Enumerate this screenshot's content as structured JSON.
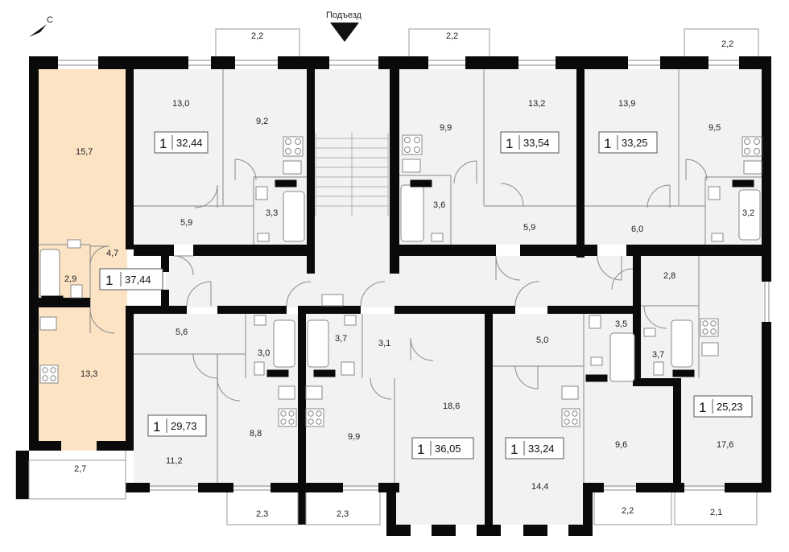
{
  "compass": {
    "label": "С",
    "icon": "north-arrow-icon"
  },
  "entrance": {
    "label": "Подъезд",
    "icon": "entrance-triangle-icon"
  },
  "highlight_color": "#fbe3c3",
  "apartments": [
    {
      "id": "apt-left",
      "rooms": "1",
      "area": "37,44"
    },
    {
      "id": "apt-top-left",
      "rooms": "1",
      "area": "32,44"
    },
    {
      "id": "apt-top-mid",
      "rooms": "1",
      "area": "33,54"
    },
    {
      "id": "apt-top-right",
      "rooms": "1",
      "area": "33,25"
    },
    {
      "id": "apt-bottom-1",
      "rooms": "1",
      "area": "29,73"
    },
    {
      "id": "apt-bottom-2",
      "rooms": "1",
      "area": "36,05"
    },
    {
      "id": "apt-bottom-3",
      "rooms": "1",
      "area": "33,24"
    },
    {
      "id": "apt-bottom-right",
      "rooms": "1",
      "area": "25,23"
    }
  ],
  "room_areas": [
    "15,7",
    "4,7",
    "2,9",
    "13,3",
    "2,7",
    "13,0",
    "9,2",
    "5,9",
    "3,3",
    "2,2",
    "9,9",
    "13,2",
    "3,6",
    "5,9",
    "2,2",
    "13,9",
    "9,5",
    "6,0",
    "3,2",
    "2,2",
    "2,8",
    "5,6",
    "3,0",
    "11,2",
    "8,8",
    "2,3",
    "3,7",
    "3,1",
    "9,9",
    "2,3",
    "18,6",
    "5,0",
    "3,5",
    "3,7",
    "9,6",
    "14,4",
    "2,2",
    "17,6",
    "2,1"
  ]
}
